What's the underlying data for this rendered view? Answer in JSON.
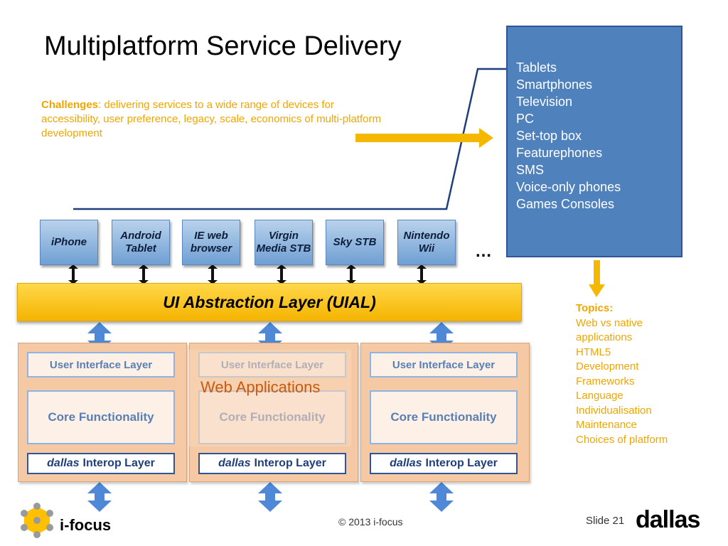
{
  "title": "Multiplatform Service Delivery",
  "challenges": {
    "label": "Challenges",
    "text": ": delivering services to a wide range of devices for accessibility, user preference, legacy, scale, economics of multi-platform development"
  },
  "devices_panel": [
    "Tablets",
    "Smartphones",
    "Television",
    "PC",
    "Set-top box",
    "Featurephones",
    "SMS",
    "Voice-only phones",
    "Games Consoles"
  ],
  "devices": [
    "iPhone",
    "Android Tablet",
    "IE web browser",
    "Virgin Media STB",
    "Sky STB",
    "Nintendo Wii"
  ],
  "more": "…",
  "uial": "UI Abstraction Layer (UIAL)",
  "stack": {
    "ui_layer": "User Interface Layer",
    "core": "Core Functionality",
    "interop_brand": "dallas",
    "interop_rest": "Interop Layer"
  },
  "web_applications": "Web Applications",
  "topics": {
    "heading": "Topics:",
    "items": [
      "Web vs native",
      "applications",
      "HTML5",
      "Development",
      "Frameworks",
      "Language",
      "Individualisation",
      "Maintenance",
      "Choices of platform"
    ]
  },
  "footer": {
    "logo_text": "i-focus",
    "copyright": "© 2013 i-focus",
    "slide": "Slide 21",
    "brand": "dallas"
  },
  "colors": {
    "accent": "#f0a500",
    "panel": "#4f81bd",
    "device": "#6f9fd3",
    "uial": "#ffc000",
    "stack": "#f4c9a4",
    "arrow_blue": "#4f88d6"
  }
}
